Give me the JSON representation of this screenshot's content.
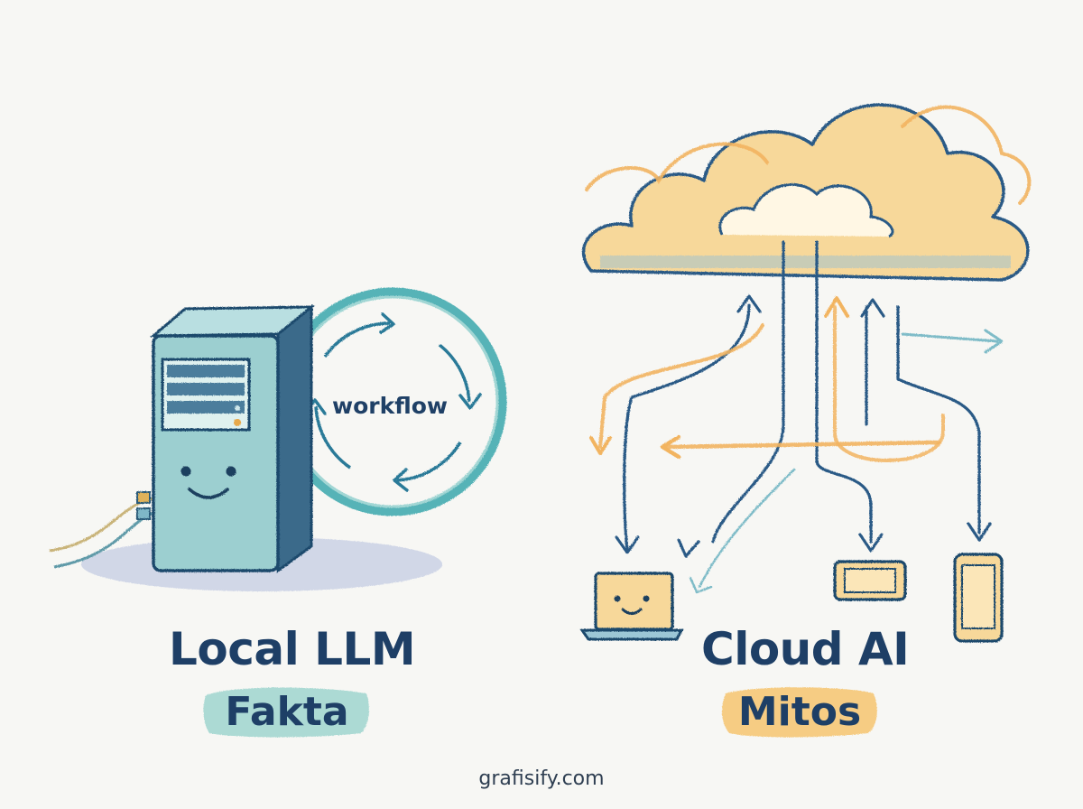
{
  "left_panel": {
    "title": "Local LLM",
    "tag": "Fakta",
    "tag_color": "#9fd6cf",
    "cycle_label": "workflow",
    "server_color": "#9ccfd0",
    "cycle_color": "#3aa7ad"
  },
  "right_panel": {
    "title": "Cloud AI",
    "tag": "Mitos",
    "tag_color": "#f6c56f",
    "cloud_color": "#f7d89a"
  },
  "divider_color": "#2c6a7a",
  "footer": "grafisify.com",
  "icons": [
    "server-icon",
    "cycle-arrows-icon",
    "cloud-icon",
    "laptop-icon",
    "tablet-landscape-icon",
    "phone-icon"
  ]
}
